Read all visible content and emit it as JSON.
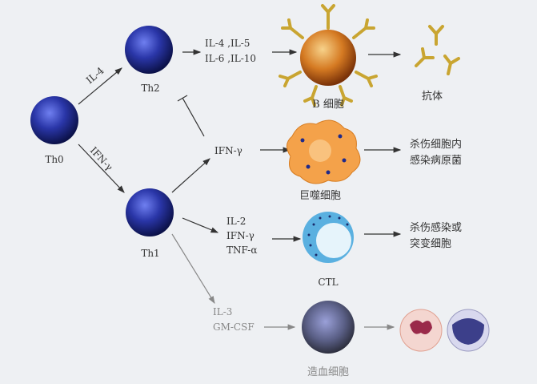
{
  "cells": {
    "th0": "Th0",
    "th2": "Th2",
    "th1": "Th1",
    "b_cell": "B 细胞",
    "antibody": "抗体",
    "macrophage": "巨噬细胞",
    "ctl": "CTL",
    "hematopoietic": "造血细胞"
  },
  "signals": {
    "th0_to_th2": "IL-4",
    "th0_to_th1": "IFN-γ",
    "th2_out": [
      "IL-4 ,IL-5",
      "IL-6 ,IL-10"
    ],
    "th1_to_macrophage": "IFN-γ",
    "th1_to_ctl": [
      "IL-2",
      "IFN-γ",
      "TNF-α"
    ],
    "th1_to_hematopoietic": [
      "IL-3",
      "GM-CSF"
    ]
  },
  "outcomes": {
    "macrophage": [
      "杀伤细胞内",
      "感染病原菌"
    ],
    "ctl": [
      "杀伤感染或",
      "突变细胞"
    ]
  },
  "colors": {
    "t_cell": "#1f2a8a",
    "b_cell": "#c8661a",
    "antibody": "#c9a531",
    "macrophage": "#f4a24a",
    "ctl": "#5ab0e0",
    "hematopoietic": "#555a6e",
    "background": "#eef0f3"
  }
}
